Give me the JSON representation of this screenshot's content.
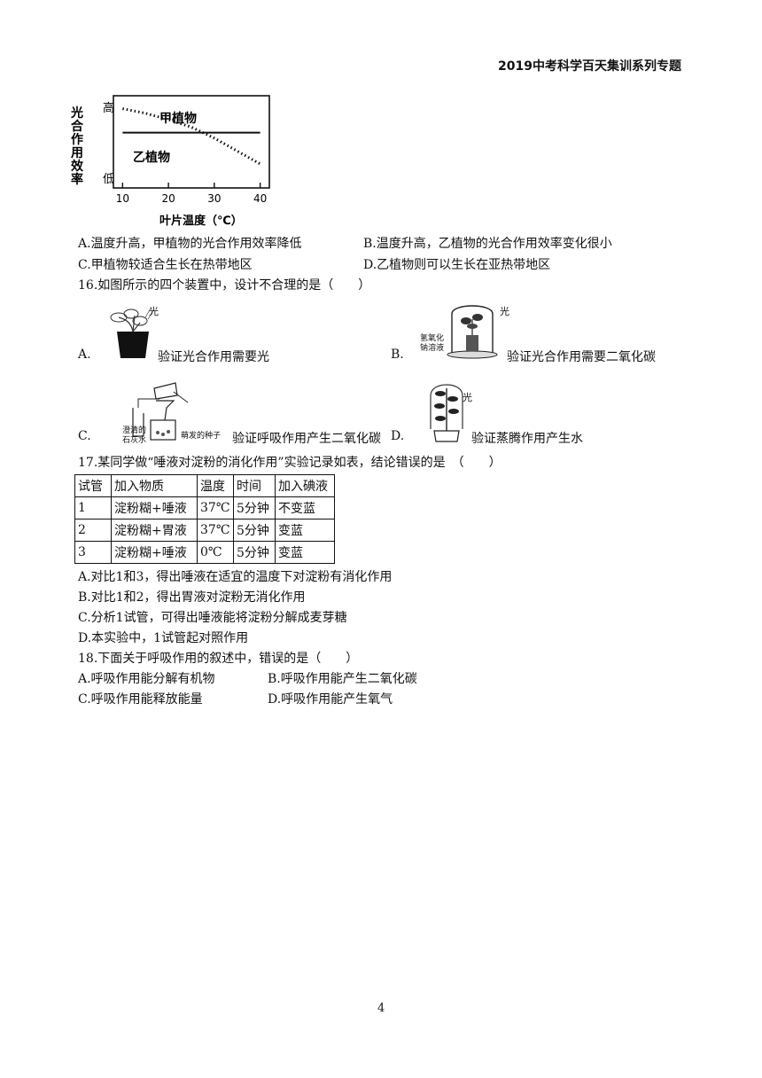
{
  "header": {
    "title": "2019中考科学百天集训系列专题"
  },
  "chart": {
    "ylabel": "光合作用效率",
    "y_high": "高",
    "y_low": "低",
    "xlabel": "叶片温度（℃）",
    "series_a": "甲植物",
    "series_b": "乙植物"
  },
  "chart_data": {
    "type": "line",
    "x": [
      10,
      15,
      20,
      25,
      30,
      35,
      40
    ],
    "xticks": [
      "10",
      "20",
      "30",
      "40"
    ],
    "xlim": [
      8,
      42
    ],
    "ylim": [
      0,
      10
    ],
    "series": [
      {
        "name": "甲植物",
        "values": [
          8.6,
          8.1,
          7.4,
          6.6,
          5.4,
          4.0,
          2.6
        ],
        "style": "dotted"
      },
      {
        "name": "乙植物",
        "values": [
          6.0,
          6.0,
          6.0,
          6.0,
          6.0,
          6.0,
          6.0
        ],
        "style": "solid"
      }
    ],
    "xlabel": "叶片温度（℃）",
    "ylabel": "光合作用效率",
    "grid": false
  },
  "q15": {
    "a": "A.温度升高，甲植物的光合作用效率降低",
    "b": "B.温度升高，乙植物的光合作用效率变化很小",
    "c": "C.甲植物较适合生长在热带地区",
    "d": "D.乙植物则可以生长在亚热带地区"
  },
  "q16": {
    "stem": "16.如图所示的四个装置中，设计不合理的是（　　）",
    "a_letter": "A.",
    "a_text": "验证光合作用需要光",
    "b_letter": "B.",
    "b_text": "验证光合作用需要二氧化碳",
    "c_letter": "C.",
    "c_text": "验证呼吸作用产生二氧化碳",
    "d_letter": "D.",
    "d_text": "验证蒸腾作用产生水",
    "img_light": "光",
    "img_naoh_1": "氢氧化",
    "img_naoh_2": "钠溶液",
    "img_lime_1": "澄清的",
    "img_lime_2": "石灰水",
    "img_seeds": "萌发的种子"
  },
  "q17": {
    "stem": "17.某同学做“唾液对淀粉的消化作用”实验记录如表，结论错误的是　（　　）",
    "headers": [
      "试管",
      "加入物质",
      "温度",
      "时间",
      "加入碘液"
    ],
    "rows": [
      [
        "1",
        "淀粉糊+唾液",
        "37℃",
        "5分钟",
        "不变蓝"
      ],
      [
        "2",
        "淀粉糊+胃液",
        "37℃",
        "5分钟",
        "变蓝"
      ],
      [
        "3",
        "淀粉糊+唾液",
        "0℃",
        "5分钟",
        "变蓝"
      ]
    ],
    "a": "A.对比1和3，得出唾液在适宜的温度下对淀粉有消化作用",
    "b": "B.对比1和2，得出胃液对淀粉无消化作用",
    "c": "C.分析1试管，可得出唾液能将淀粉分解成麦芽糖",
    "d": "D.本实验中，1试管起对照作用"
  },
  "q18": {
    "stem": "18.下面关于呼吸作用的叙述中，错误的是（　　）",
    "a": "A.呼吸作用能分解有机物",
    "b": "B.呼吸作用能产生二氧化碳",
    "c": "C.呼吸作用能释放能量",
    "d": "D.呼吸作用能产生氧气"
  },
  "footer": {
    "page": "4"
  }
}
